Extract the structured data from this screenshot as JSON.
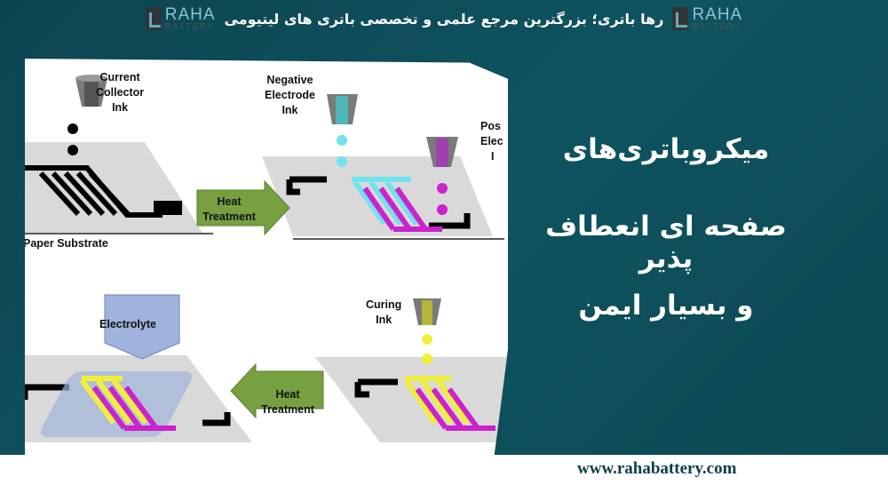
{
  "header": {
    "tagline": "رها باتری؛ بزرگترین مرجع علمی و تخصصی باتری های لیتیومی",
    "logo": {
      "name": "RAHA",
      "sub": "BATTERY"
    }
  },
  "diagram": {
    "labels": {
      "current_collector_ink": [
        "Current",
        "Collector",
        "Ink"
      ],
      "negative_electrode_ink": [
        "Negative",
        "Electrode",
        "Ink"
      ],
      "positive_electrode_ink": [
        "Pos",
        "Elec",
        "I"
      ],
      "paper_substrate": "Paper Substrate",
      "heat_treatment_1": [
        "Heat",
        "Treatment"
      ],
      "heat_treatment_2": [
        "Heat",
        "Treatment"
      ],
      "electrolyte": "Electrolyte",
      "curing_ink": [
        "Curing",
        "Ink"
      ]
    },
    "colors": {
      "arrow_green": "#77a041",
      "negative_ink": "#6fe3ef",
      "positive_ink": "#cc22cc",
      "curing_ink": "#f2ef3a",
      "electrolyte": "#9fb3dc",
      "substrate": "#d9d9d9",
      "collector": "#000000"
    }
  },
  "title": {
    "line1": "میکروباتری‌های",
    "line2": "صفحه ای انعطاف پذیر",
    "line3": "و بسیار ایمن"
  },
  "footer": {
    "url": "www.rahabattery.com"
  },
  "theme": {
    "background": "#0d4a55",
    "footer_bg": "#ffffff",
    "url_color": "#0f3f4b"
  }
}
